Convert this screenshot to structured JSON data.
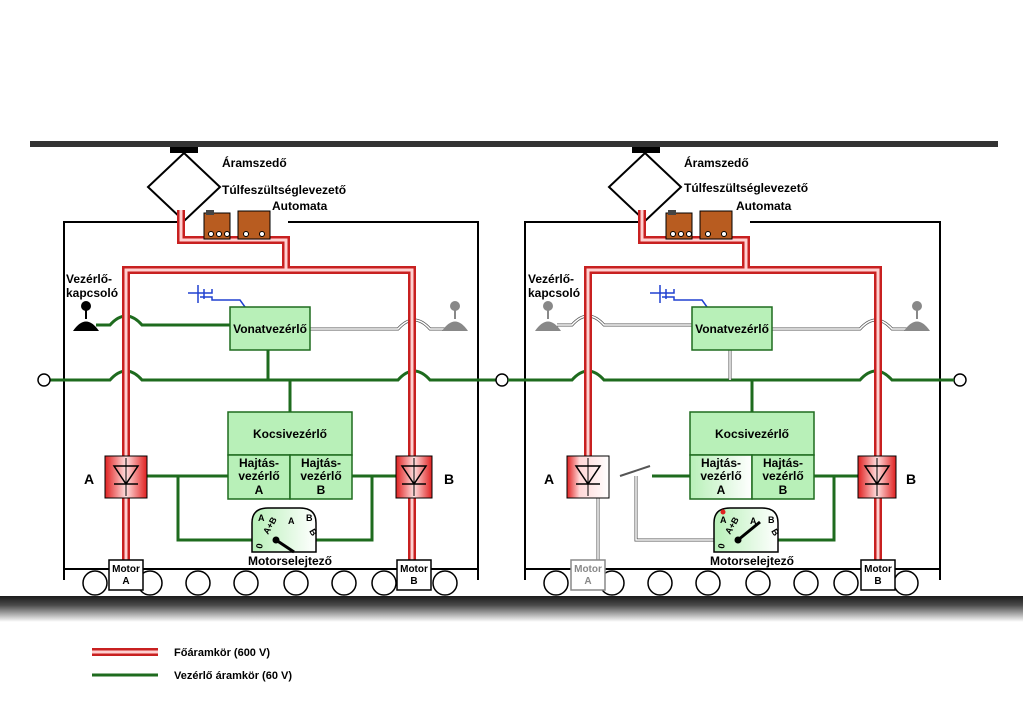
{
  "labels": {
    "pantograph": "Áramszedő",
    "surge_arrester": "Túlfeszültséglevezető",
    "breaker": "Automata",
    "master_controller_l1": "Vezérlő-",
    "master_controller_l2": "kapcsoló",
    "train_controller": "Vonatvezérlő",
    "car_controller": "Kocsivezérlő",
    "drive_ctrl_l1": "Hajtás-",
    "drive_ctrl_l2": "vezérlő",
    "side_a": "A",
    "side_b": "B",
    "motor_selector": "Motorselejtező",
    "motor": "Motor",
    "dial_a": "A",
    "dial_b": "B",
    "dial_ab": "A+B",
    "dial_zero": "0"
  },
  "legend": {
    "main_circuit": "Főáramkör (600 V)",
    "control_circuit": "Vezérlő áramkör (60 V)"
  },
  "colors": {
    "main_circuit": "#e03838",
    "main_circuit_core": "#ffd0d0",
    "control_circuit": "#1e6b1e",
    "box_fill": "#b8f0b8",
    "inactive": "#9a9a9a"
  }
}
